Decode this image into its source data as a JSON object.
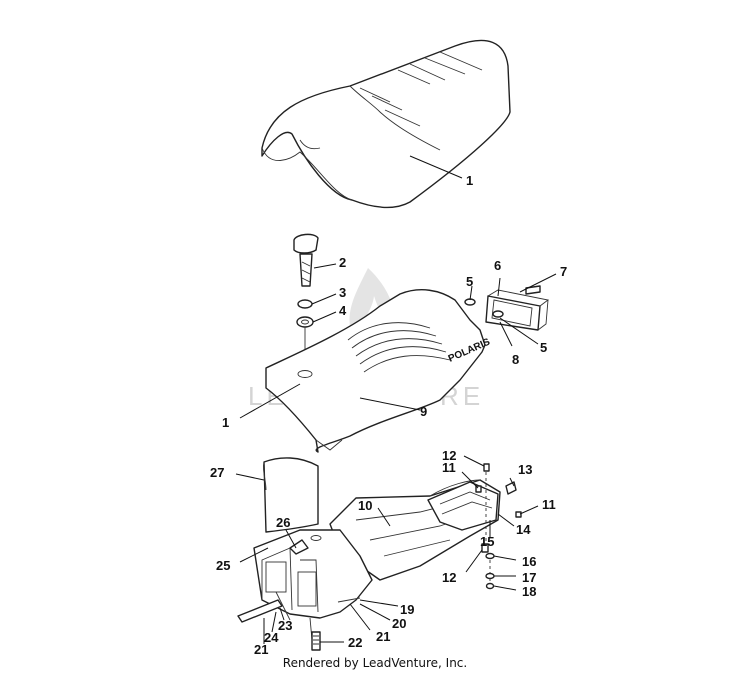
{
  "watermark": "LEADVENTURE",
  "brand_mark": "POLARIS",
  "credit": "Rendered by LeadVenture, Inc.",
  "callouts": [
    {
      "id": "c1a",
      "text": "1"
    },
    {
      "id": "c2",
      "text": "2"
    },
    {
      "id": "c3",
      "text": "3"
    },
    {
      "id": "c4",
      "text": "4"
    },
    {
      "id": "c5a",
      "text": "5"
    },
    {
      "id": "c6",
      "text": "6"
    },
    {
      "id": "c7",
      "text": "7"
    },
    {
      "id": "c5b",
      "text": "5"
    },
    {
      "id": "c8",
      "text": "8"
    },
    {
      "id": "c1b",
      "text": "1"
    },
    {
      "id": "c9",
      "text": "9"
    },
    {
      "id": "c12a",
      "text": "12"
    },
    {
      "id": "c11a",
      "text": "11"
    },
    {
      "id": "c13",
      "text": "13"
    },
    {
      "id": "c27",
      "text": "27"
    },
    {
      "id": "c10",
      "text": "10"
    },
    {
      "id": "c11b",
      "text": "11"
    },
    {
      "id": "c14",
      "text": "14"
    },
    {
      "id": "c15",
      "text": "15"
    },
    {
      "id": "c26",
      "text": "26"
    },
    {
      "id": "c16",
      "text": "16"
    },
    {
      "id": "c25",
      "text": "25"
    },
    {
      "id": "c12b",
      "text": "12"
    },
    {
      "id": "c17",
      "text": "17"
    },
    {
      "id": "c18",
      "text": "18"
    },
    {
      "id": "c19",
      "text": "19"
    },
    {
      "id": "c20",
      "text": "20"
    },
    {
      "id": "c23",
      "text": "23"
    },
    {
      "id": "c24",
      "text": "24"
    },
    {
      "id": "c21a",
      "text": "21"
    },
    {
      "id": "c21b",
      "text": "21"
    },
    {
      "id": "c22",
      "text": "22"
    }
  ]
}
